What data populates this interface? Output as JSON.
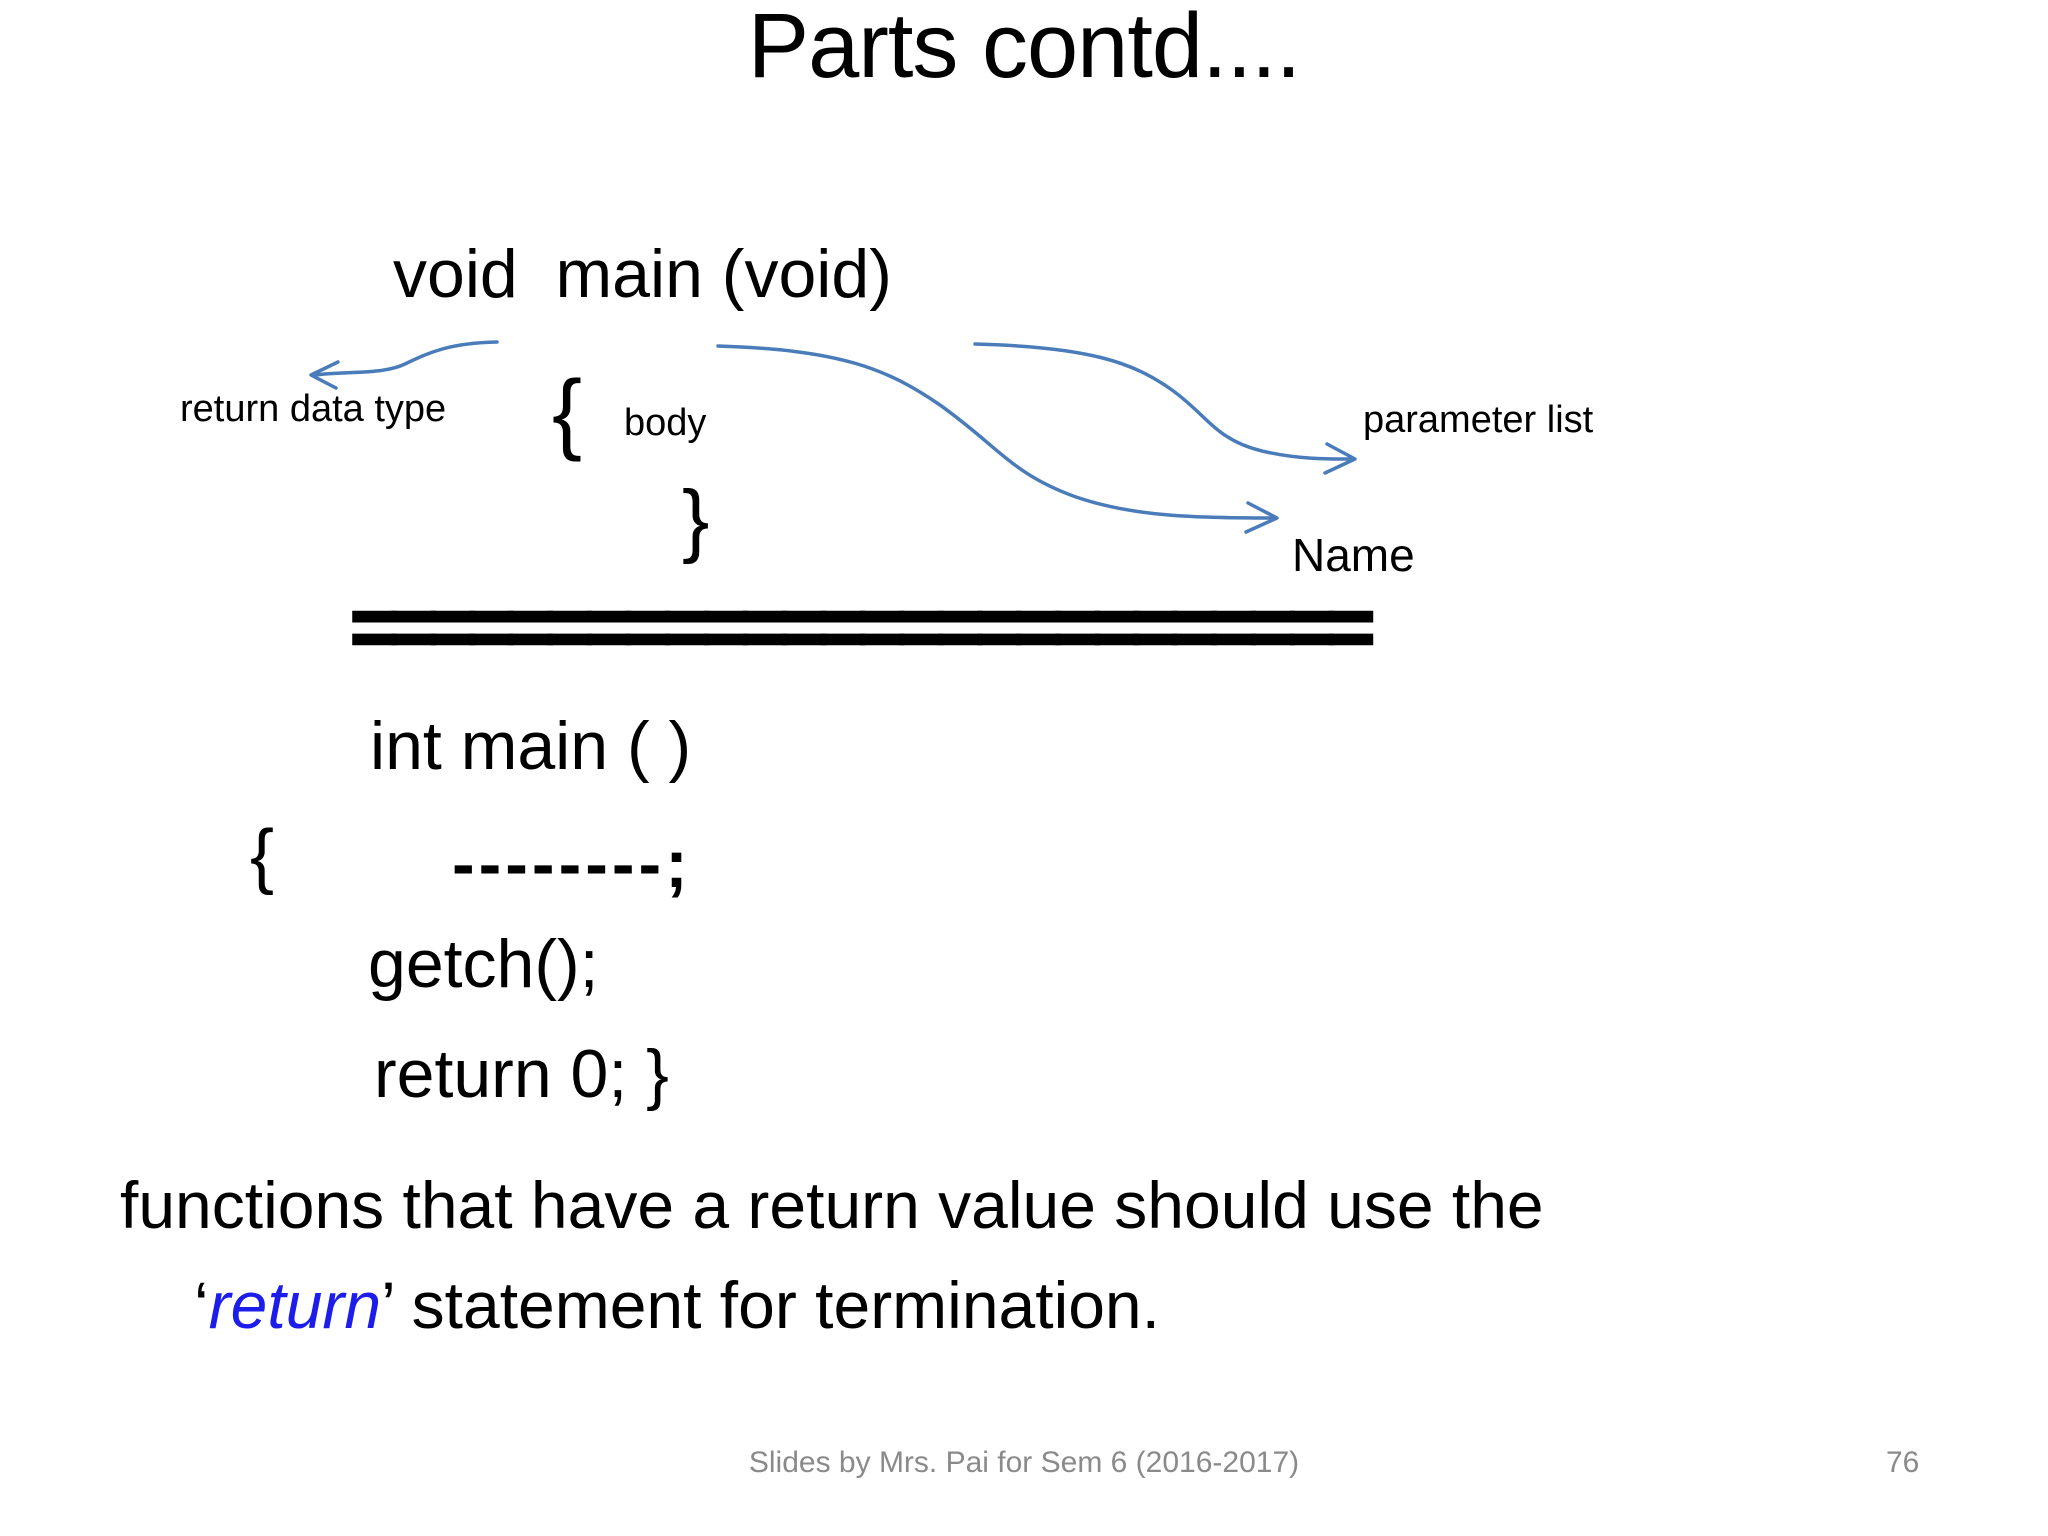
{
  "slide": {
    "title": "Parts contd....",
    "function_anatomy": {
      "signature": "void  main (void)",
      "open_brace": "{",
      "close_brace": "}",
      "return_type_label": "return data type",
      "body_label": "body",
      "parameter_list_label": "parameter list",
      "name_label": "Name"
    },
    "divider": "==========================",
    "example": {
      "line1": "int main ( )",
      "open_brace": "{",
      "line2": "--------;",
      "line3": "getch();",
      "line4": "return 0; }"
    },
    "note": {
      "line1": "functions that have a return value should use the",
      "quote_open": "‘",
      "keyword": "return",
      "suffix": "’ statement for termination."
    },
    "footer": {
      "credit": "Slides by Mrs. Pai for Sem 6 (2016-2017)",
      "page_number": "76"
    },
    "colors": {
      "accent_arrow": "#4a7cba",
      "keyword_blue": "#1d1deb",
      "text": "#000000",
      "footer_gray": "#8a8a8a"
    }
  }
}
